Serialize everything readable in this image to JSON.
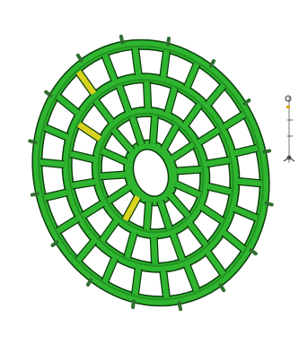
{
  "viewport": {
    "background": "#ffffff"
  },
  "model": {
    "part": "circular-grid-frame",
    "rings": 3,
    "hub": "elliptical-opening",
    "colors": {
      "frame": "#2fb52f",
      "frame_shade": "#1b7d1b",
      "highlight": "#d9d31f",
      "outline": "#0a3d0a",
      "tabs": "#2f6e2f"
    }
  },
  "triad": {
    "icon": "axis-triad-icon",
    "colors": {
      "axis": "#555555",
      "accent": "#d9a21f"
    }
  }
}
